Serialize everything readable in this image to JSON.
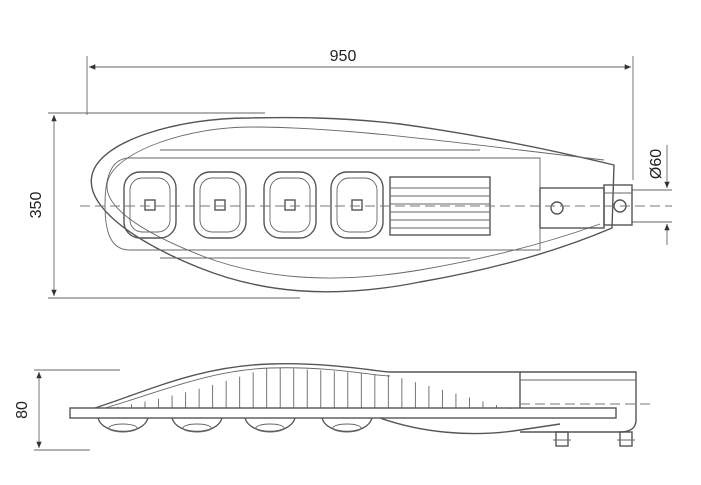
{
  "dimensions": {
    "length": "950",
    "width": "350",
    "pole_diameter": "Ø60",
    "height": "80"
  },
  "views": {
    "top_view": {
      "led_modules": 4
    },
    "side_view": {
      "fin_count": 30
    }
  }
}
